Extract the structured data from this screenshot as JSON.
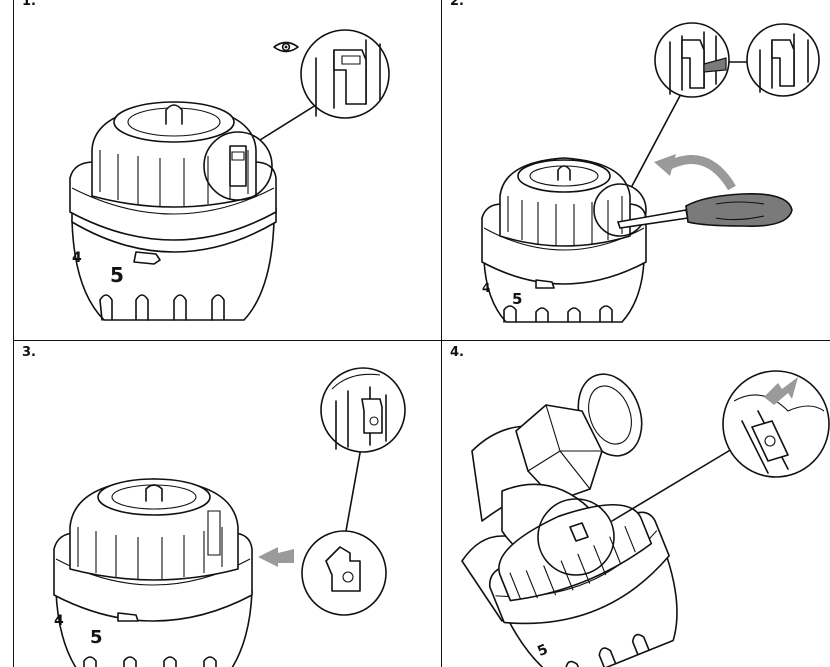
{
  "steps": [
    {
      "label": "1.",
      "dial_marks": [
        "4",
        "5"
      ],
      "zoom_icon": "eye-icon"
    },
    {
      "label": "2.",
      "dial_marks": [
        "4",
        "5"
      ],
      "tool_icon": "screwdriver-icon"
    },
    {
      "label": "3.",
      "dial_marks": [
        "4",
        "5"
      ]
    },
    {
      "label": "4.",
      "dial_marks": [
        "5"
      ]
    }
  ],
  "colors": {
    "line": "#111111",
    "arrow": "#9a9a9a",
    "tool": "#7a7a7a",
    "background": "#ffffff"
  }
}
